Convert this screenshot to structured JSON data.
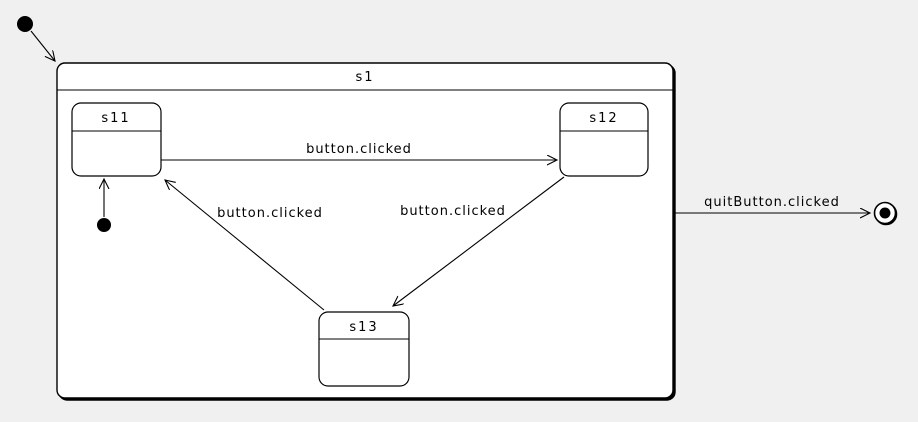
{
  "diagram": {
    "type": "statechart",
    "colors": {
      "background": "#f0f0f0",
      "state_fill": "#ffffff",
      "stroke": "#000000"
    },
    "states": {
      "s1": {
        "label": "s1"
      },
      "s11": {
        "label": "s11"
      },
      "s12": {
        "label": "s12"
      },
      "s13": {
        "label": "s13"
      }
    },
    "transitions": {
      "s11_to_s12": {
        "label": "button.clicked"
      },
      "s12_to_s13": {
        "label": "button.clicked"
      },
      "s13_to_s11": {
        "label": "button.clicked"
      },
      "s1_to_final": {
        "label": "quitButton.clicked"
      }
    }
  }
}
